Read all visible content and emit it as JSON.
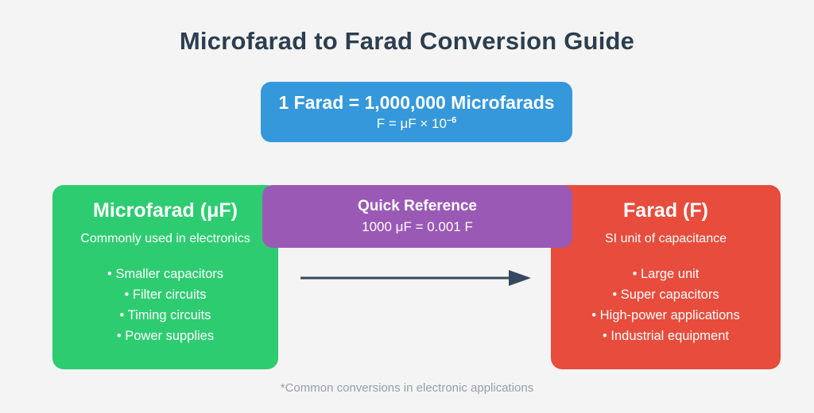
{
  "page": {
    "title": "Microfarad to Farad Conversion Guide",
    "background_color": "#f4f4f4",
    "title_color": "#2c3e50",
    "footnote": "*Common conversions in electronic applications"
  },
  "formula_banner": {
    "color": "#3498db",
    "equation": "1 Farad = 1,000,000 Microfarads",
    "notation_prefix": "F = μF × 10",
    "notation_exponent": "–6"
  },
  "panels": [
    {
      "id": "microfarad",
      "color": "#2ecc71",
      "title": "Microfarad (μF)",
      "subtitle": "Commonly used in electronics",
      "items": [
        "• Smaller capacitors",
        "• Filter circuits",
        "• Timing circuits",
        "• Power supplies"
      ]
    },
    {
      "id": "farad",
      "color": "#e74c3c",
      "title": "Farad (F)",
      "subtitle": "SI unit of capacitance",
      "items": [
        "• Large unit",
        "• Super capacitors",
        "• High-power applications",
        "• Industrial equipment"
      ]
    }
  ],
  "quick_reference": {
    "color": "#9b59b6",
    "title": "Quick Reference",
    "value": "1000 μF = 0.001 F"
  },
  "arrow": {
    "color": "#34495e",
    "direction": "right"
  }
}
